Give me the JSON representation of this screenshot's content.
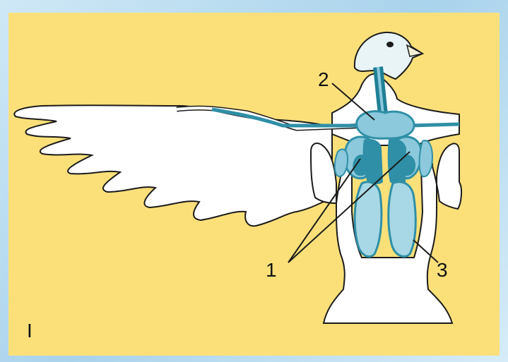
{
  "header": {
    "title_fragment": ""
  },
  "labels": {
    "part_1": "1",
    "part_2": "2",
    "part_3": "3",
    "figure_numeral": "I"
  },
  "colors": {
    "background_panel": "#fbe07a",
    "frame": "#b9dcef",
    "organ_dark": "#2f8fa6",
    "organ_light": "#8cc9dc",
    "bird_body": "#ffffff",
    "outline": "#1c1c1c"
  }
}
